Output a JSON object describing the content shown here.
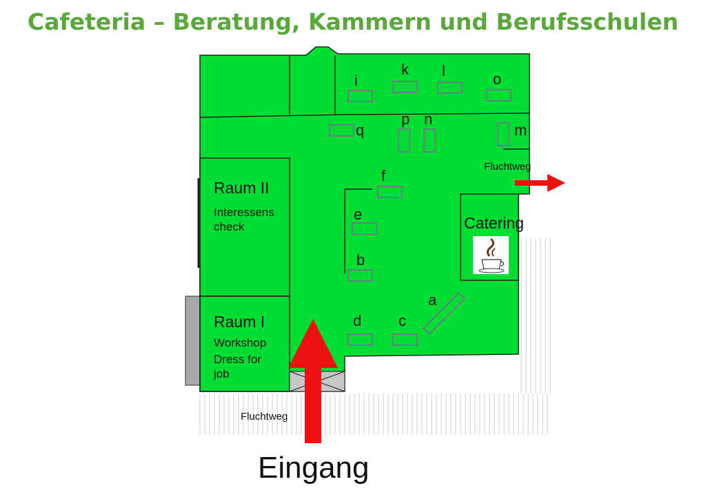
{
  "title": "Cafeteria – Beratung, Kammern und Berufsschulen",
  "colors": {
    "floor": "#00dd33",
    "title": "#5aa83a",
    "arrow": "#ee1111",
    "wall": "#222222",
    "table": "#8a5fa0"
  },
  "rooms": {
    "raum2": {
      "name": "Raum II",
      "lines": [
        "Interessens",
        "check"
      ]
    },
    "raum1": {
      "name": "Raum I",
      "lines": [
        "Workshop",
        "Dress for",
        "job"
      ]
    },
    "catering": {
      "name": "Catering",
      "icon": "coffee-cup-icon"
    }
  },
  "stands": [
    "a",
    "b",
    "c",
    "d",
    "e",
    "f",
    "i",
    "k",
    "l",
    "m",
    "n",
    "o",
    "p",
    "q"
  ],
  "exits": {
    "right": "Fluchtweg",
    "bottom": "Fluchtweg"
  },
  "entrance": "Eingang"
}
